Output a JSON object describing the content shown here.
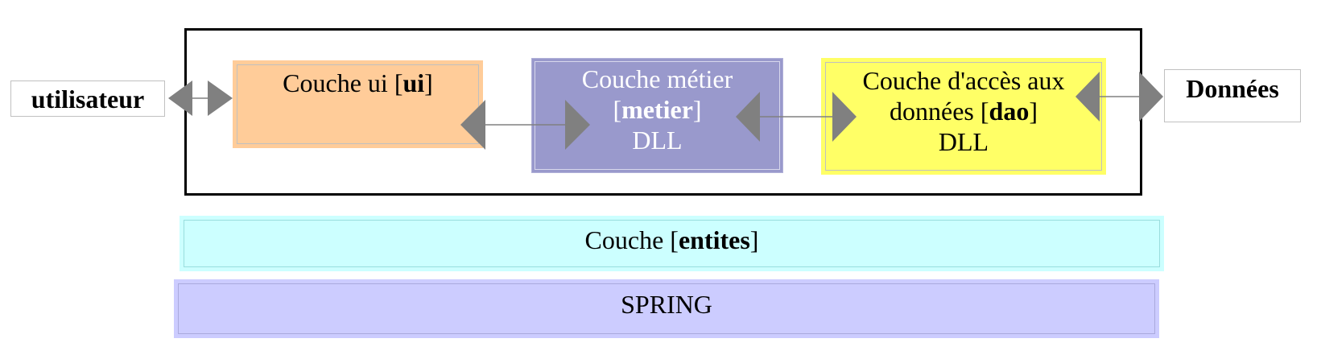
{
  "nodes": {
    "user": {
      "label": "utilisateur"
    },
    "data": {
      "label": "Données"
    },
    "ui": {
      "prefix": "Couche ui [",
      "bold": "ui",
      "suffix": "]"
    },
    "metier": {
      "line1": "Couche métier",
      "prefix": "[",
      "bold": "metier",
      "suffix": "]",
      "line3": "DLL"
    },
    "dao": {
      "line1": "Couche d'accès aux",
      "prefix": "données [",
      "bold": "dao",
      "suffix": "]",
      "line3": "DLL"
    },
    "entites": {
      "prefix": "Couche [",
      "bold": "entites",
      "suffix": "]"
    },
    "spring": {
      "label": "SPRING"
    }
  },
  "colors": {
    "ui": "#ffcc99",
    "metier": "#9999cc",
    "dao": "#ffff66",
    "entites": "#ccffff",
    "spring": "#ccccff",
    "arrow": "#808080"
  }
}
